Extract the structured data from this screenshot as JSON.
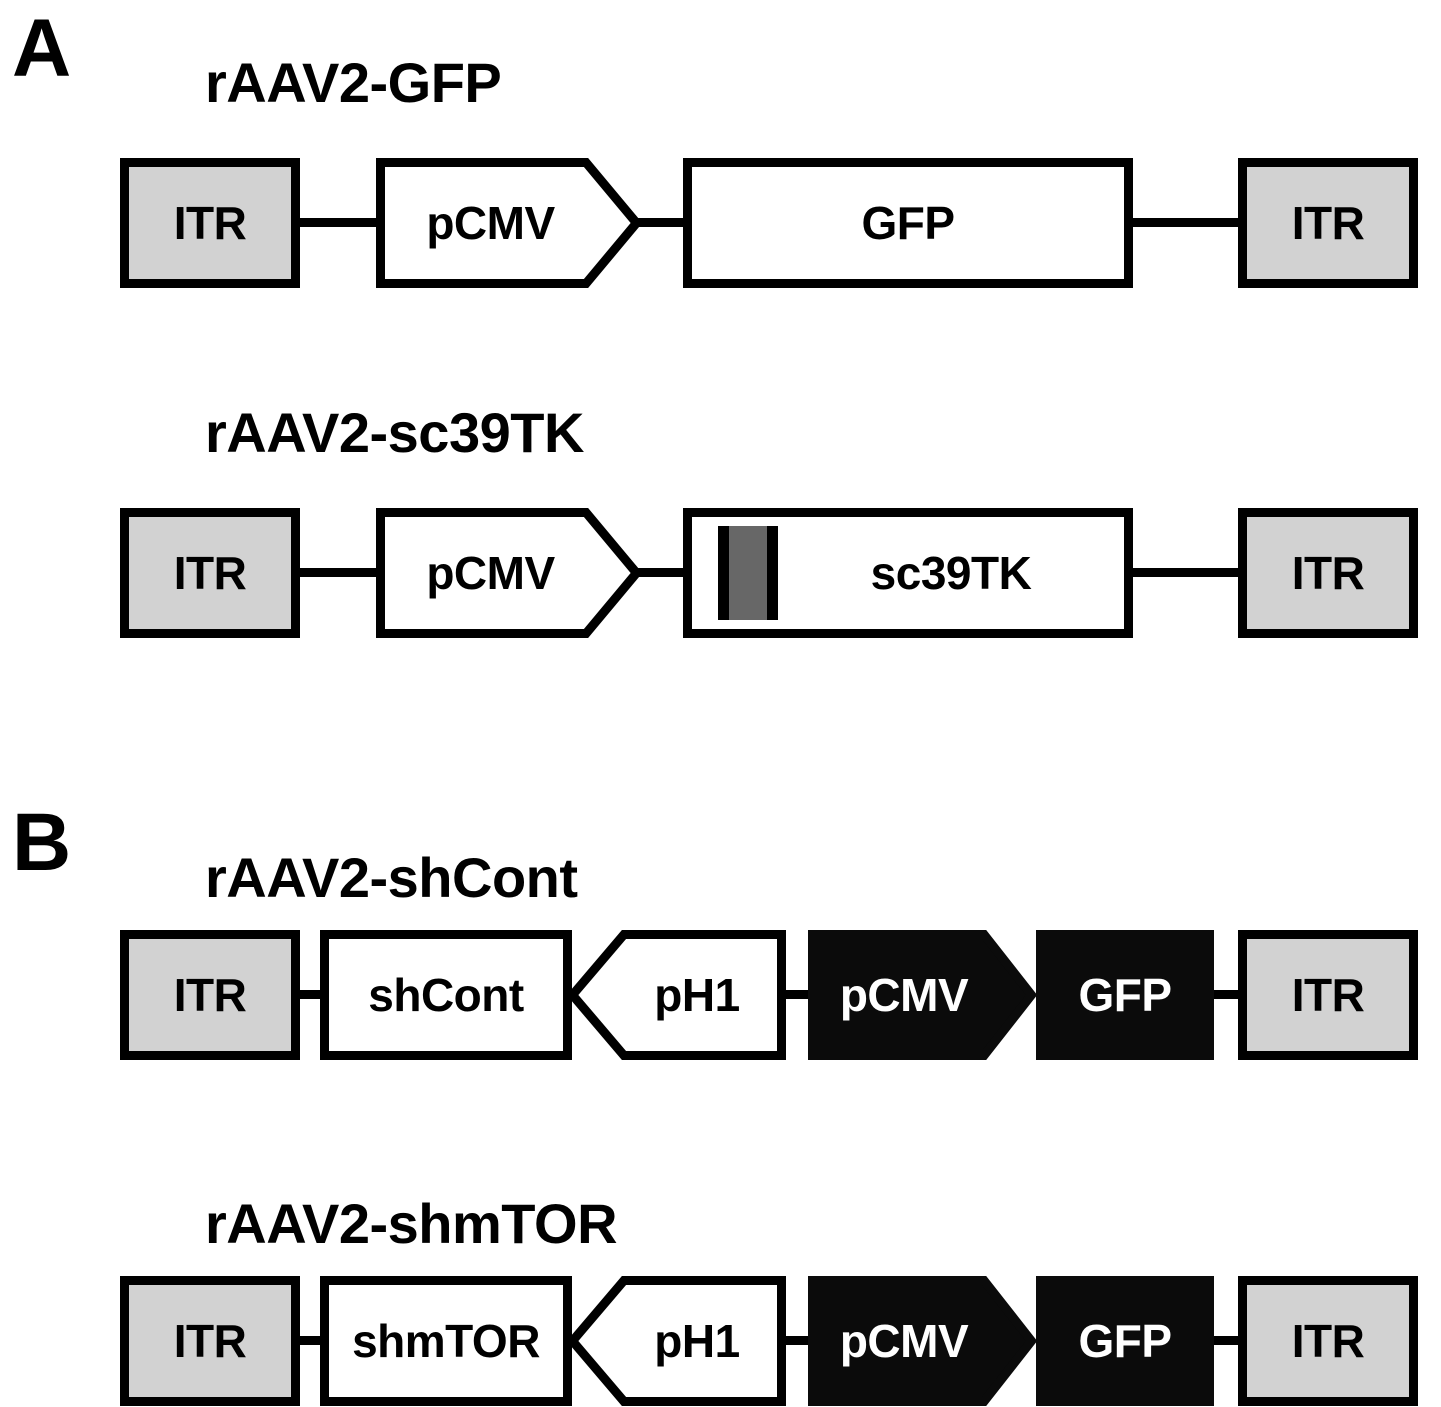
{
  "figure": {
    "panels": [
      {
        "letter": "A",
        "constructs": [
          {
            "title": "rAAV2-GFP",
            "elements": [
              {
                "label": "ITR",
                "shape": "rect",
                "fill": "grey"
              },
              {
                "label": "pCMV",
                "shape": "arrow-right",
                "fill": "white"
              },
              {
                "label": "GFP",
                "shape": "rect",
                "fill": "white"
              },
              {
                "label": "ITR",
                "shape": "rect",
                "fill": "grey"
              }
            ]
          },
          {
            "title": "rAAV2-sc39TK",
            "elements": [
              {
                "label": "ITR",
                "shape": "rect",
                "fill": "grey"
              },
              {
                "label": "pCMV",
                "shape": "arrow-right",
                "fill": "white"
              },
              {
                "label": "sc39TK",
                "shape": "rect-banded",
                "fill": "white"
              },
              {
                "label": "ITR",
                "shape": "rect",
                "fill": "grey"
              }
            ]
          }
        ]
      },
      {
        "letter": "B",
        "constructs": [
          {
            "title": "rAAV2-shCont",
            "elements": [
              {
                "label": "ITR",
                "shape": "rect",
                "fill": "grey"
              },
              {
                "label": "shCont",
                "shape": "rect",
                "fill": "white"
              },
              {
                "label": "pH1",
                "shape": "arrow-left",
                "fill": "white"
              },
              {
                "label": "pCMV",
                "shape": "arrow-right",
                "fill": "black"
              },
              {
                "label": "GFP",
                "shape": "rect",
                "fill": "black"
              },
              {
                "label": "ITR",
                "shape": "rect",
                "fill": "grey"
              }
            ]
          },
          {
            "title": "rAAV2-shmTOR",
            "elements": [
              {
                "label": "ITR",
                "shape": "rect",
                "fill": "grey"
              },
              {
                "label": "shmTOR",
                "shape": "rect",
                "fill": "white"
              },
              {
                "label": "pH1",
                "shape": "arrow-left",
                "fill": "white"
              },
              {
                "label": "pCMV",
                "shape": "arrow-right",
                "fill": "black"
              },
              {
                "label": "GFP",
                "shape": "rect",
                "fill": "black"
              },
              {
                "label": "ITR",
                "shape": "rect",
                "fill": "grey"
              }
            ]
          }
        ]
      }
    ],
    "colors": {
      "outline": "#000000",
      "itr_fill": "#d2d2d2",
      "band_grey": "#676767",
      "black_fill": "#0b0b0b",
      "white_fill": "#ffffff",
      "background": "#ffffff"
    }
  }
}
